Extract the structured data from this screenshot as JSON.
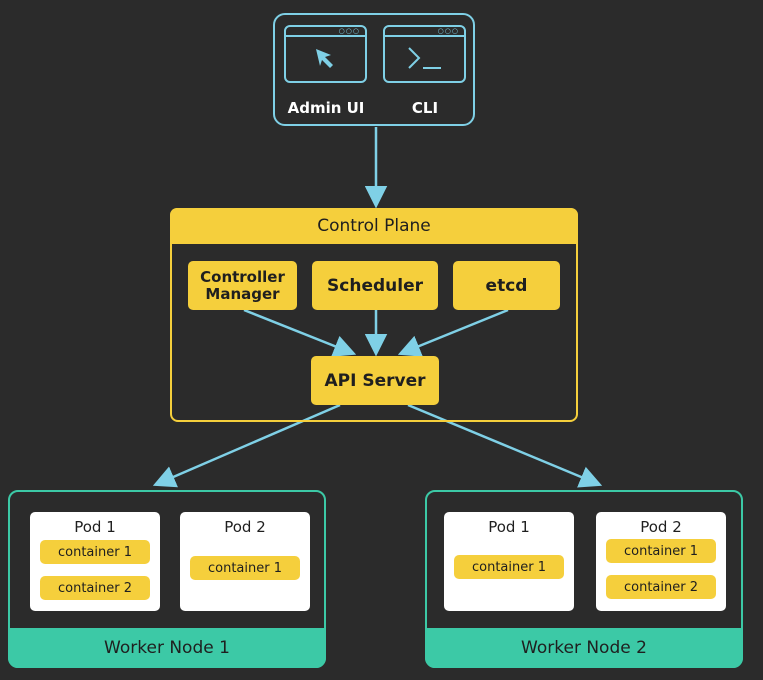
{
  "client": {
    "admin_ui_label": "Admin UI",
    "cli_label": "CLI",
    "cli_prompt": "›_"
  },
  "control_plane": {
    "title": "Control Plane",
    "components": [
      "Controller Manager",
      "Scheduler",
      "etcd"
    ],
    "api_server": "API Server"
  },
  "workers": [
    {
      "name": "Worker Node 1",
      "pods": [
        {
          "title": "Pod 1",
          "containers": [
            "container 1",
            "container 2"
          ]
        },
        {
          "title": "Pod 2",
          "containers": [
            "container 1"
          ]
        }
      ]
    },
    {
      "name": "Worker Node 2",
      "pods": [
        {
          "title": "Pod 1",
          "containers": [
            "container 1"
          ]
        },
        {
          "title": "Pod 2",
          "containers": [
            "container 1",
            "container 2"
          ]
        }
      ]
    }
  ],
  "colors": {
    "background": "#2b2b2b",
    "client_outline": "#7fd0e6",
    "control_plane": "#f5cf3c",
    "worker": "#3cc9a6",
    "arrow": "#7fd0e6"
  }
}
